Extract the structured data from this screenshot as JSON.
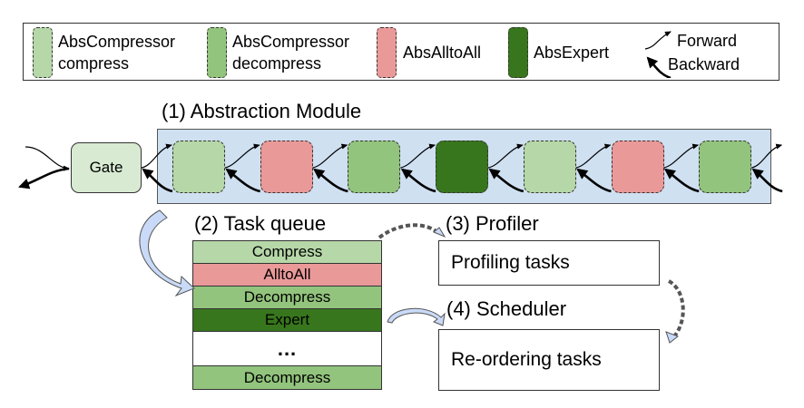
{
  "colors": {
    "compress": "#b6d7a8",
    "decompress": "#93c47d",
    "alltoall": "#ea9999",
    "expert": "#38761d",
    "gate": "#d9ead3",
    "module_band": "#cfe0f1",
    "flow_arrow": "#c9daf8"
  },
  "legend": {
    "items": [
      {
        "type": "compress",
        "label": "AbsCompressor\ncompress"
      },
      {
        "type": "decompress",
        "label": "AbsCompressor\ndecompress"
      },
      {
        "type": "alltoall",
        "label": "AbsAlltoAll"
      },
      {
        "type": "expert",
        "label": "AbsExpert"
      }
    ],
    "forward_label": "Forward",
    "backward_label": "Backward"
  },
  "abstraction_module": {
    "title": "(1) Abstraction Module",
    "gate_label": "Gate",
    "blocks": [
      "compress",
      "alltoall",
      "decompress",
      "expert",
      "compress",
      "alltoall",
      "decompress"
    ]
  },
  "task_queue": {
    "title": "(2) Task queue",
    "rows": [
      {
        "label": "Compress",
        "type": "compress"
      },
      {
        "label": "AlltoAll",
        "type": "alltoall"
      },
      {
        "label": "Decompress",
        "type": "decompress"
      },
      {
        "label": "Expert",
        "type": "expert"
      },
      {
        "label": "...",
        "type": "ellipsis"
      },
      {
        "label": "Decompress",
        "type": "decompress"
      }
    ]
  },
  "profiler": {
    "title": "(3) Profiler",
    "box_label": "Profiling tasks"
  },
  "scheduler": {
    "title": "(4) Scheduler",
    "box_label": "Re-ordering tasks"
  }
}
